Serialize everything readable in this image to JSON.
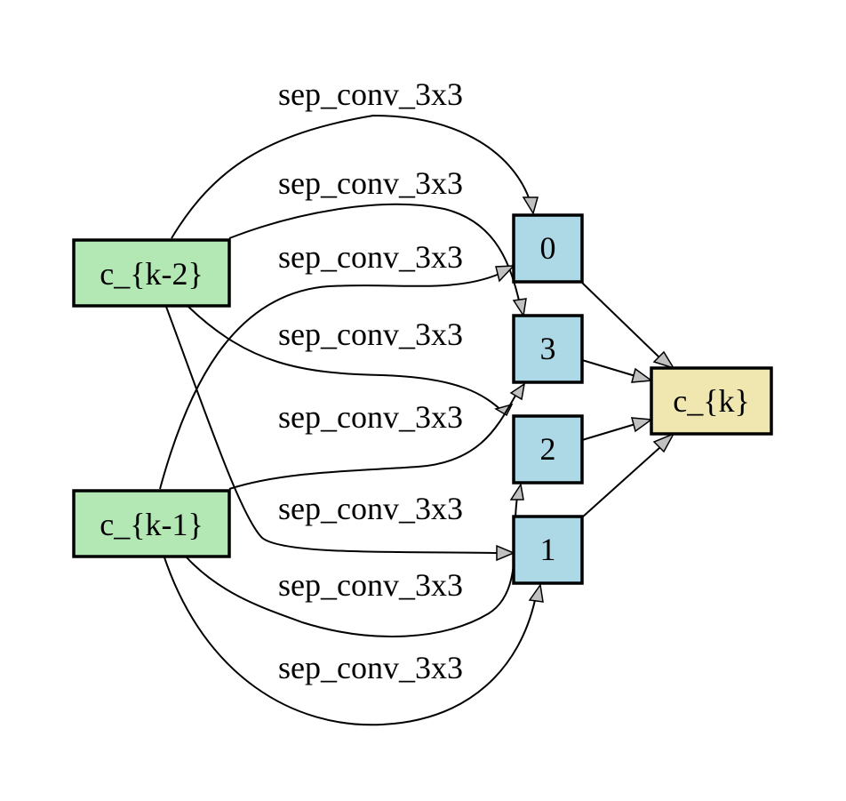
{
  "colors": {
    "input_node": "#b3e8b5",
    "intermediate_node": "#add8e6",
    "output_node": "#f0e6b0",
    "edge": "#000000",
    "arrowhead": "#c0c0c0"
  },
  "nodes": {
    "c_k_minus_2": "c_{k-2}",
    "c_k_minus_1": "c_{k-1}",
    "n0": "0",
    "n1": "1",
    "n2": "2",
    "n3": "3",
    "c_k": "c_{k}"
  },
  "edges": [
    {
      "from": "c_{k-2}",
      "to": "0",
      "label": "sep_conv_3x3"
    },
    {
      "from": "c_{k-2}",
      "to": "3",
      "label": "sep_conv_3x3"
    },
    {
      "from": "c_{k-1}",
      "to": "0",
      "label": "sep_conv_3x3"
    },
    {
      "from": "c_{k-2}",
      "to": "2",
      "label": "sep_conv_3x3"
    },
    {
      "from": "c_{k-1}",
      "to": "3",
      "label": "sep_conv_3x3"
    },
    {
      "from": "c_{k-2}",
      "to": "1",
      "label": "sep_conv_3x3"
    },
    {
      "from": "c_{k-1}",
      "to": "2",
      "label": "sep_conv_3x3"
    },
    {
      "from": "c_{k-1}",
      "to": "1",
      "label": "sep_conv_3x3"
    },
    {
      "from": "0",
      "to": "c_{k}",
      "label": ""
    },
    {
      "from": "3",
      "to": "c_{k}",
      "label": ""
    },
    {
      "from": "2",
      "to": "c_{k}",
      "label": ""
    },
    {
      "from": "1",
      "to": "c_{k}",
      "label": ""
    }
  ]
}
